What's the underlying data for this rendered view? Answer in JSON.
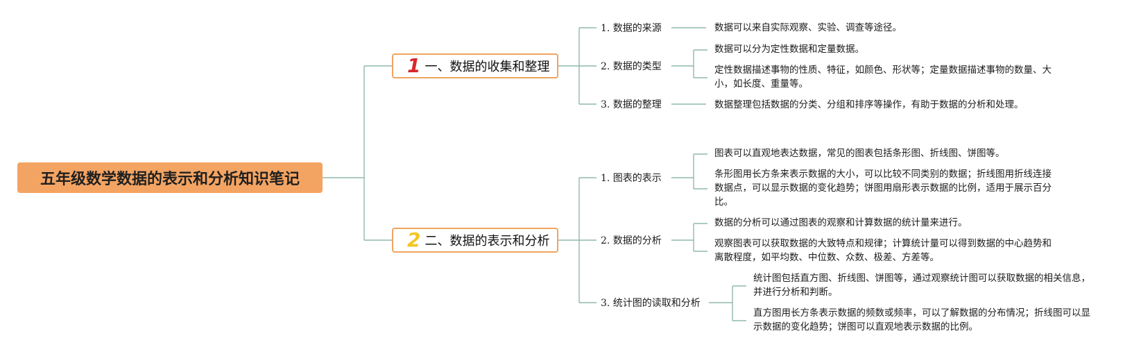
{
  "root": {
    "title": "五年级数学数据的表示和分析知识笔记"
  },
  "branches": [
    {
      "badge": "1",
      "label": "一、数据的收集和整理",
      "subs": [
        {
          "label": "1. 数据的来源",
          "leaves": [
            "数据可以来自实际观察、实验、调查等途径。"
          ]
        },
        {
          "label": "2. 数据的类型",
          "leaves": [
            "数据可以分为定性数据和定量数据。",
            "定性数据描述事物的性质、特征，如颜色、形状等；定量数据描述事物的数量、大小，如长度、重量等。"
          ]
        },
        {
          "label": "3. 数据的整理",
          "leaves": [
            "数据整理包括数据的分类、分组和排序等操作，有助于数据的分析和处理。"
          ]
        }
      ]
    },
    {
      "badge": "2",
      "label": "二、数据的表示和分析",
      "subs": [
        {
          "label": "1. 图表的表示",
          "leaves": [
            "图表可以直观地表达数据，常见的图表包括条形图、折线图、饼图等。",
            "条形图用长方条来表示数据的大小，可以比较不同类别的数据；折线图用折线连接数据点，可以显示数据的变化趋势；饼图用扇形表示数据的比例，适用于展示百分比。"
          ]
        },
        {
          "label": "2. 数据的分析",
          "leaves": [
            "数据的分析可以通过图表的观察和计算数据的统计量来进行。",
            "观察图表可以获取数据的大致特点和规律；计算统计量可以得到数据的中心趋势和离散程度，如平均数、中位数、众数、极差、方差等。"
          ]
        },
        {
          "label": "3. 统计图的读取和分析",
          "leaves": [
            "统计图包括直方图、折线图、饼图等，通过观察统计图可以获取数据的相关信息，并进行分析和判断。",
            "直方图用长方条表示数据的频数或频率，可以了解数据的分布情况；折线图可以显示数据的变化趋势；饼图可以直观地表示数据的比例。"
          ]
        }
      ]
    }
  ],
  "colors": {
    "line": "#8fb8ae",
    "root_fill": "#f4a462",
    "branch_border": "#f0a45f",
    "badge_one": "#d9262b",
    "badge_two": "#f3c623"
  }
}
